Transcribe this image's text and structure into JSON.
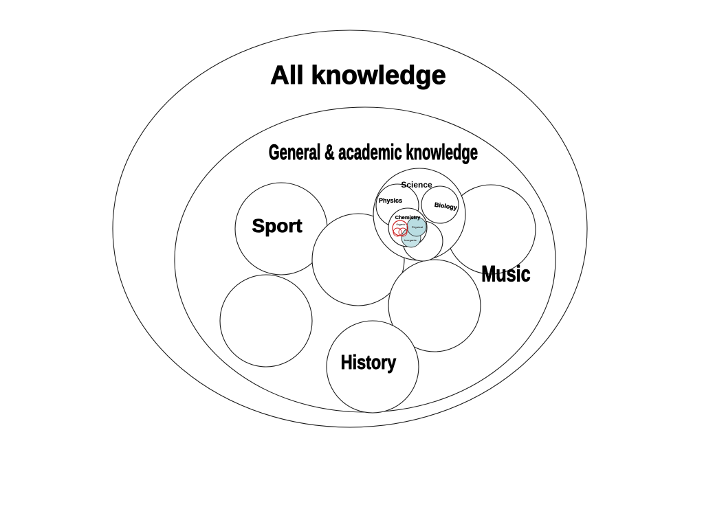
{
  "diagram": {
    "all_knowledge": "All knowledge",
    "general_academic": "General & academic knowledge",
    "sport": "Sport",
    "music": "Music",
    "history": "History",
    "science": "Science",
    "physics": "Physics",
    "biology": "Biology",
    "chemistry": "Chemistry",
    "chemistry_sub": {
      "organic": "Organic",
      "physical": "Physical",
      "inorganic": "Inorganic"
    }
  },
  "colors": {
    "stroke": "#1a1a1a",
    "text": "#000000",
    "organic_stroke": "#cc2222",
    "physical_fill": "#b9dde2",
    "inorganic_fill": "#c5e3e7"
  }
}
